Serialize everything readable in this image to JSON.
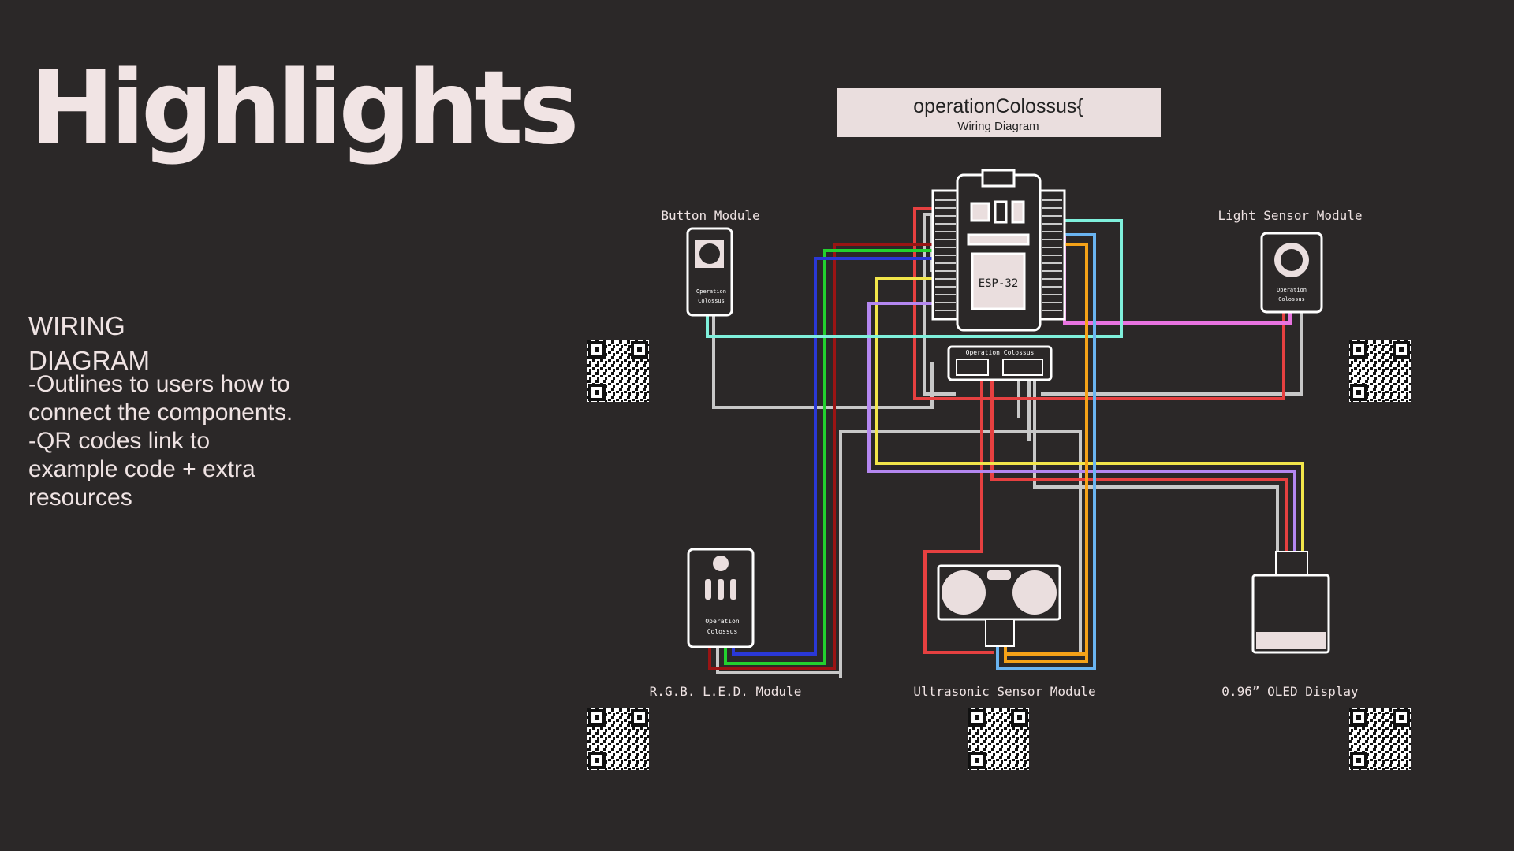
{
  "page": {
    "title": "Highlights",
    "section_heading": "WIRING DIAGRAM",
    "description_lines": [
      "-Outlines to users how to connect the components.",
      "-QR codes link to example code + extra resources"
    ]
  },
  "diagram": {
    "header": {
      "title": "operationColossus{",
      "subtitle": "Wiring Diagram"
    },
    "labels": {
      "button_module": "Button Module",
      "light_sensor_module": "Light Sensor Module",
      "rgb_led_module": "R.G.B. L.E.D. Module",
      "ultrasonic_sensor_module": "Ultrasonic Sensor Module",
      "oled_display": "0.96” OLED Display"
    },
    "board_text": {
      "esp32": "ESP-32",
      "operation": "Operation",
      "colossus": "Colossus",
      "breadboard": "Operation Colossus"
    },
    "colors": {
      "background": "#2b2828",
      "title": "#f1e4e4",
      "header_box": "#eadede",
      "red": "#e64040",
      "dark_red": "#9a1414",
      "green": "#22d12e",
      "blue": "#2a38d6",
      "yellow": "#f2e64a",
      "purple": "#b487f0",
      "pink": "#e873e0",
      "cyan": "#7ff0dc",
      "light_blue": "#6ab4f0",
      "orange": "#f5a218",
      "grey": "#c8c8c8"
    }
  }
}
